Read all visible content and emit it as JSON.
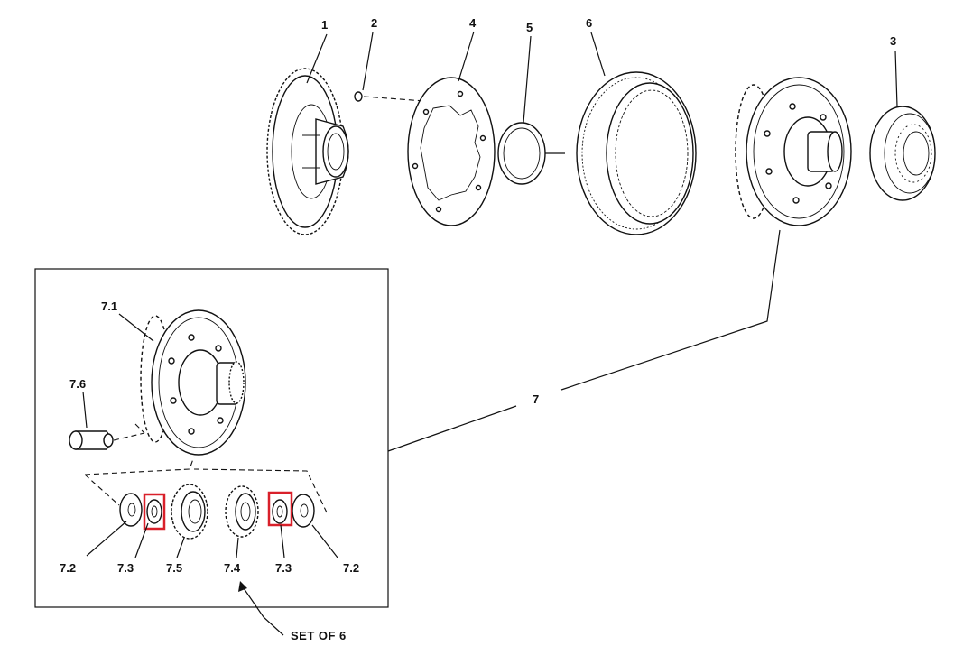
{
  "labels": {
    "p1": "1",
    "p2": "2",
    "p3": "3",
    "p4": "4",
    "p5": "5",
    "p6": "6",
    "p7": "7",
    "p71": "7.1",
    "p72a": "7.2",
    "p72b": "7.2",
    "p73a": "7.3",
    "p73b": "7.3",
    "p74": "7.4",
    "p75": "7.5",
    "p76": "7.6",
    "set": "SET OF 6"
  },
  "colors": {
    "highlight": "#d9202a",
    "ink": "#111111"
  },
  "highlighted_parts": [
    "7.3",
    "7.3"
  ]
}
